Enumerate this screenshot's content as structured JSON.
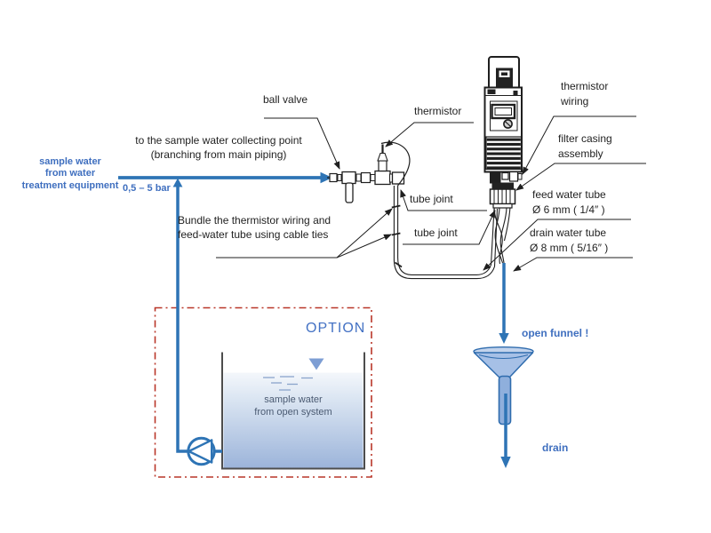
{
  "labels": {
    "source": "sample water\nfrom water\ntreatment equipment",
    "pressure": "0,5 – 5 bar",
    "collecting_point": "to the sample water collecting point\n(branching from main piping)",
    "ball_valve": "ball valve",
    "thermistor": "thermistor",
    "thermistor_wiring": "thermistor\nwiring",
    "filter_casing": "filter casing\nassembly",
    "feed_tube": "feed water tube\nØ 6 mm ( 1/4″ )",
    "drain_tube": "drain water tube\nØ 8 mm ( 5/16″ )",
    "tube_joint_upper": "tube joint",
    "tube_joint_lower": "tube joint",
    "bundle_note": "Bundle the thermistor wiring and\nfeed-water tube using cable ties",
    "option": "OPTION",
    "open_tank": "sample water\nfrom open system",
    "open_funnel": "open funnel !",
    "drain": "drain"
  },
  "colors": {
    "flow_blue": "#2e74b5",
    "label_blue": "#3f6fbf",
    "option_blue": "#4472c4",
    "option_border_red": "#b93629",
    "funnel_fill": "#a6c0e6",
    "water_top": "#f4f7fb",
    "water_bottom": "#9cb4da",
    "ink": "#1f1f1f"
  }
}
